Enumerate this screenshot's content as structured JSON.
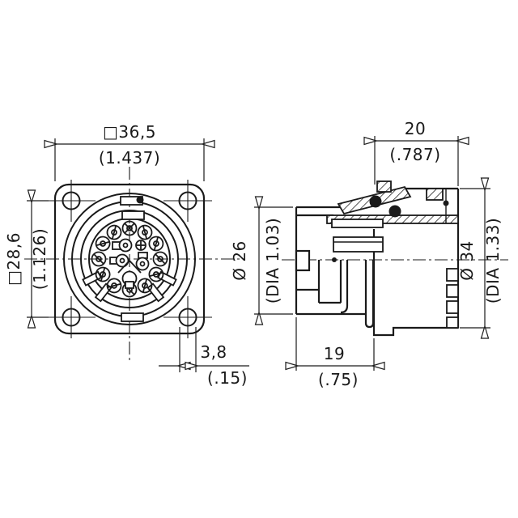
{
  "drawing": {
    "type": "technical-drawing-circular-panel-connector",
    "views": {
      "front": "front-face-view",
      "side": "side-section-view"
    },
    "dimensions": {
      "flange_size": {
        "metric": "□36,5",
        "imperial": "(1.437)"
      },
      "hole_spacing": {
        "metric": "□28,6",
        "imperial": "(1.126)"
      },
      "mounting_hole": {
        "metric": "3,8",
        "imperial": "(.15)"
      },
      "rear_length": {
        "metric": "20",
        "imperial": "(.787)"
      },
      "front_diameter": {
        "metric": "Ø 26",
        "imperial": "(DIA 1.03)"
      },
      "body_diameter": {
        "metric": "Ø 34",
        "imperial": "(DIA 1.33)"
      },
      "front_length": {
        "metric": "19",
        "imperial": "(.75)"
      }
    },
    "colors": {
      "line": "#1a1a1a",
      "background": "#ffffff"
    }
  }
}
